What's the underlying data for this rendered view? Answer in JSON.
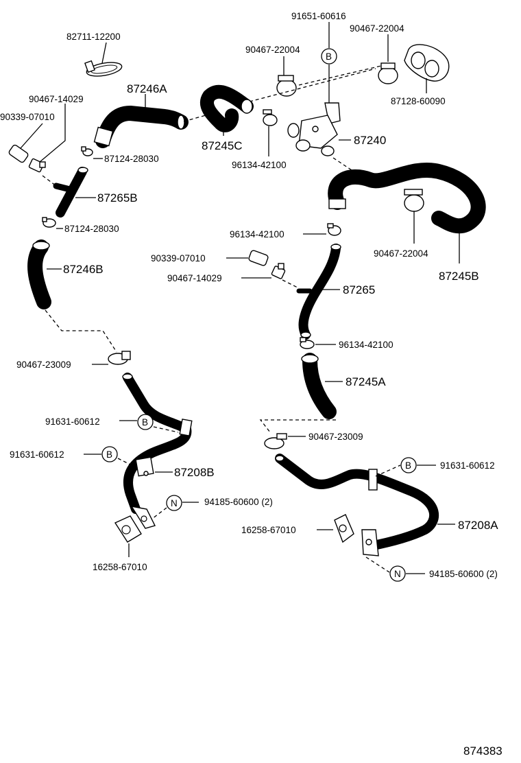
{
  "diagram_id": "874383",
  "badges": {
    "b": "B",
    "n": "N"
  },
  "labels": {
    "p82711_12200": "82711-12200",
    "p87246A": "87246A",
    "p90467_14029_a": "90467-14029",
    "p90339_07010_a": "90339-07010",
    "p87124_28030_a": "87124-28030",
    "p87265B": "87265B",
    "p87124_28030_b": "87124-28030",
    "p87246B": "87246B",
    "p90467_23009_a": "90467-23009",
    "p91631_60612_a": "91631-60612",
    "p91631_60612_b": "91631-60612",
    "p87208B": "87208B",
    "p94185_60600_a": "94185-60600 (2)",
    "p16258_67010_a": "16258-67010",
    "p91651_60616": "91651-60616",
    "p90467_22004_a": "90467-22004",
    "p90467_22004_b": "90467-22004",
    "p87128_60090": "87128-60090",
    "p87245C": "87245C",
    "p87240": "87240",
    "p96134_42100_a": "96134-42100",
    "p96134_42100_b": "96134-42100",
    "p90467_22004_c": "90467-22004",
    "p87245B": "87245B",
    "p90339_07010_b": "90339-07010",
    "p90467_14029_b": "90467-14029",
    "p87265": "87265",
    "p96134_42100_c": "96134-42100",
    "p87245A": "87245A",
    "p90467_23009_b": "90467-23009",
    "p91631_60612_c": "91631-60612",
    "p16258_67010_b": "16258-67010",
    "p87208A": "87208A",
    "p94185_60600_b": "94185-60600 (2)"
  }
}
